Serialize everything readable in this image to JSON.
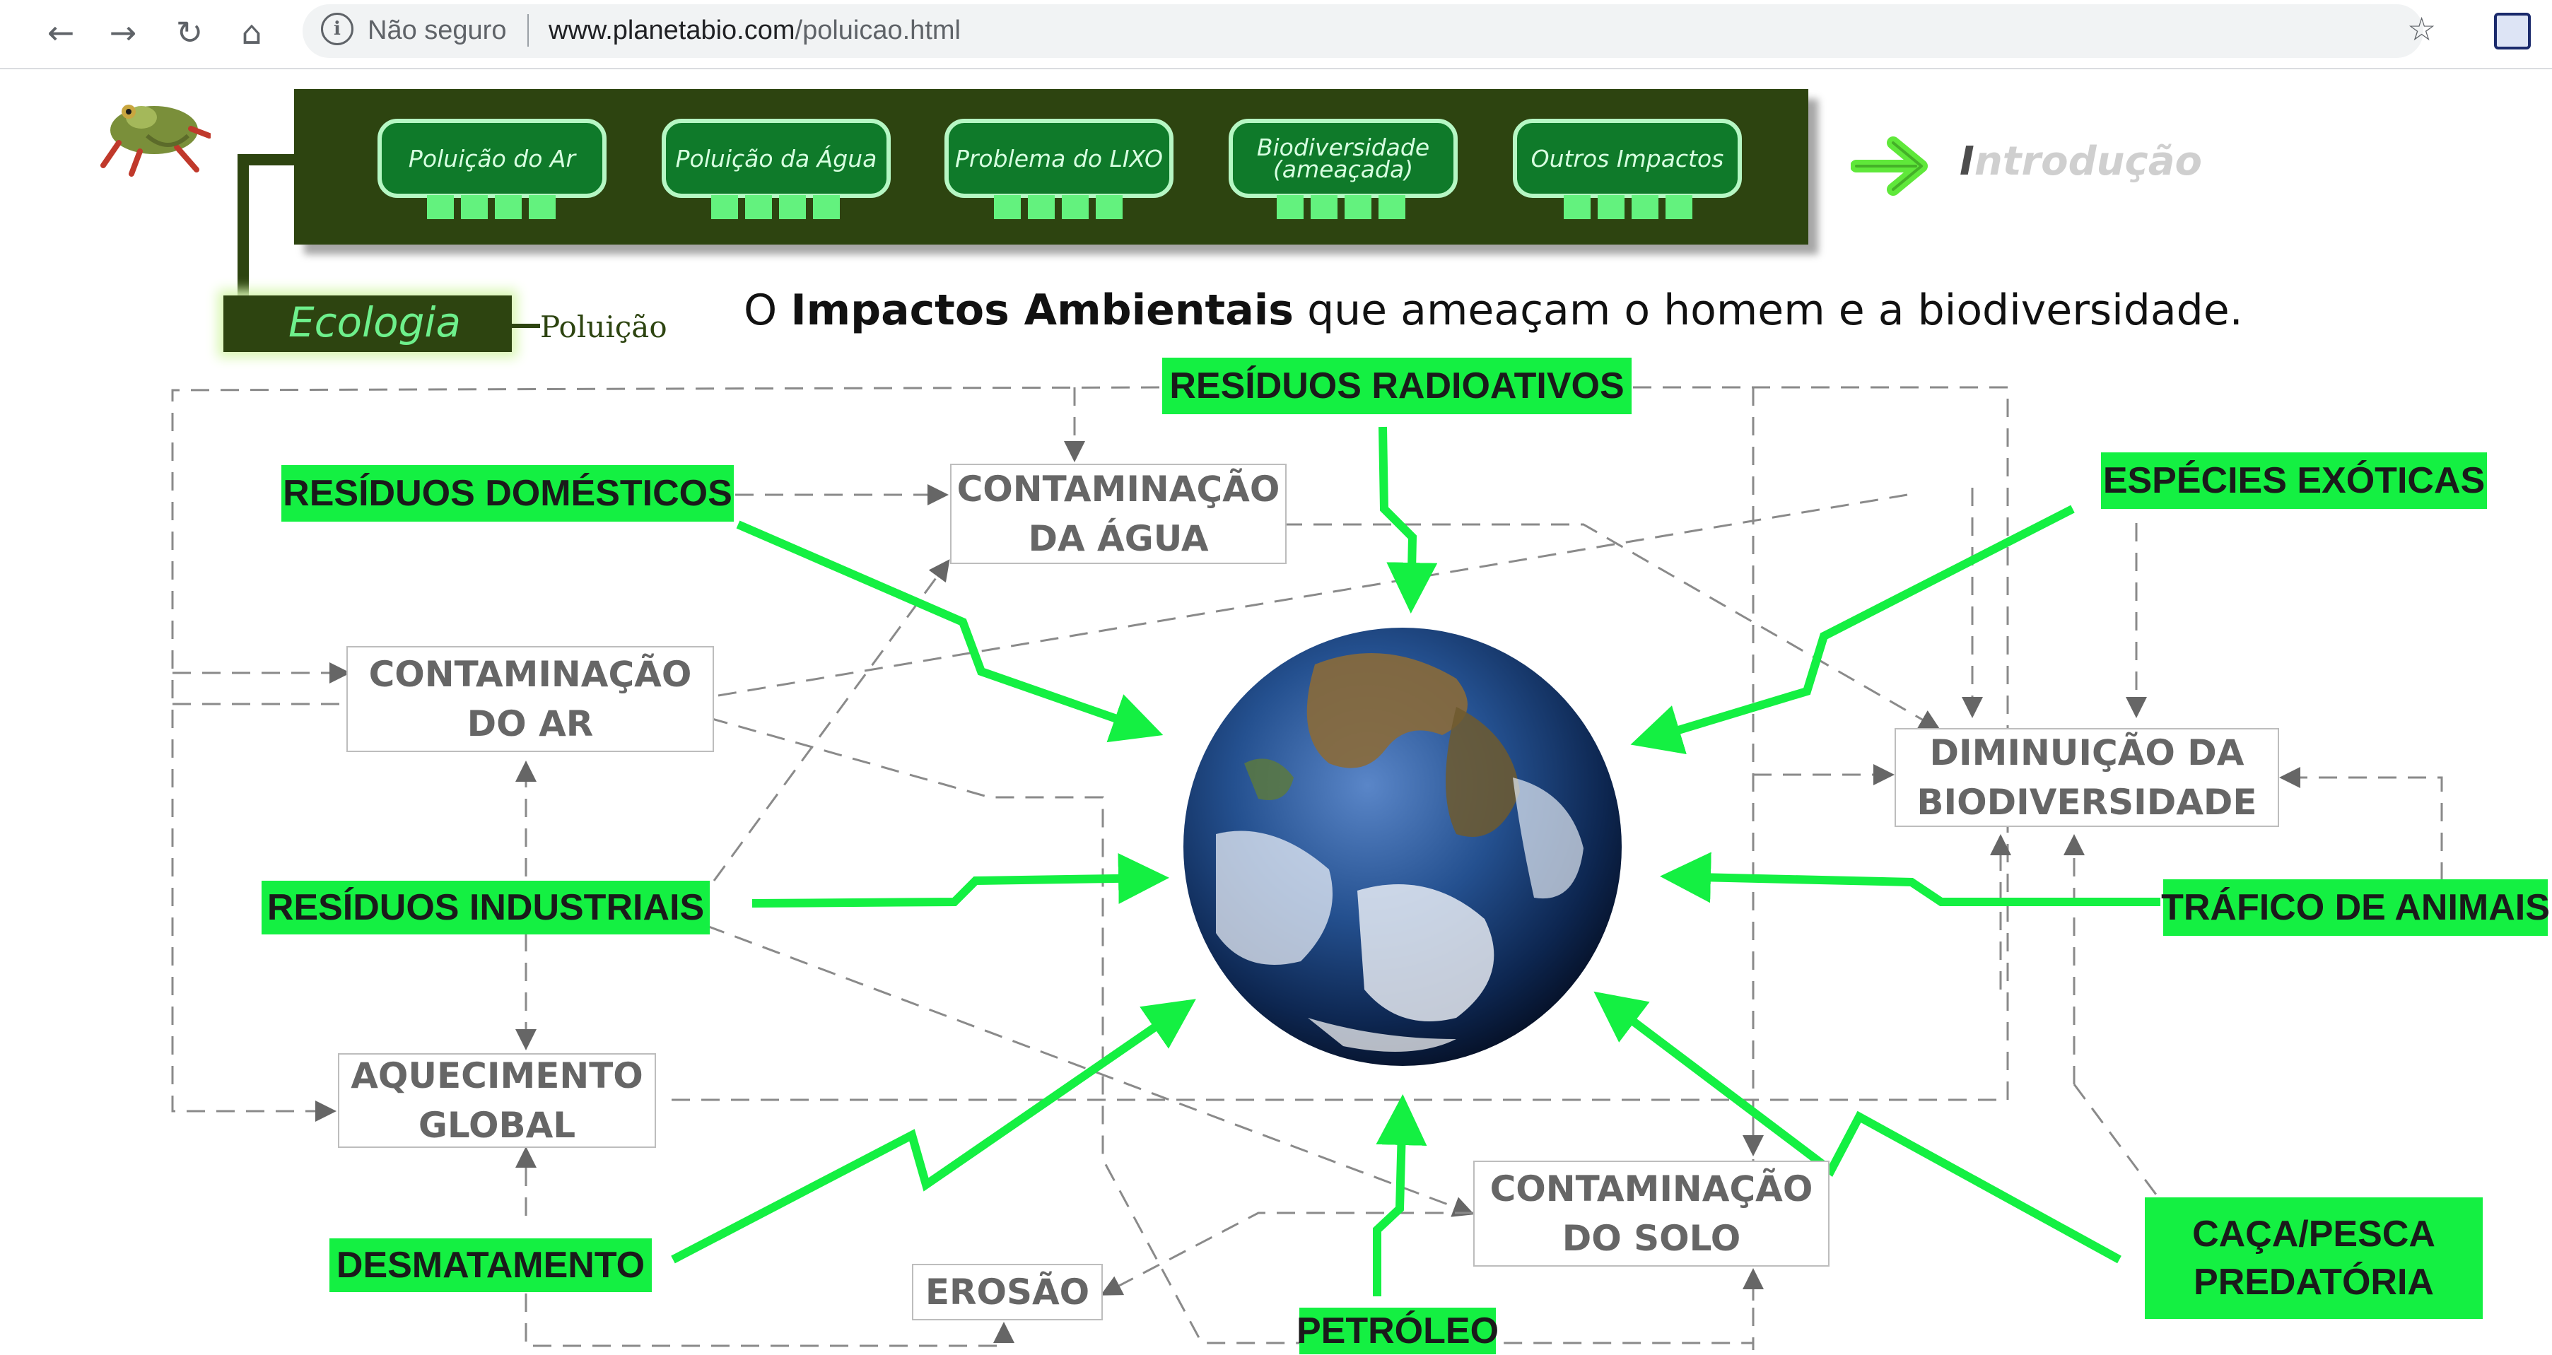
{
  "browser": {
    "security_label": "Não seguro",
    "url_host": "www.planetabio.com",
    "url_path": "/poluicao.html"
  },
  "site": {
    "nav": [
      {
        "label": "Poluição do Ar"
      },
      {
        "label": "Poluição da Água"
      },
      {
        "label": "Problema do LIXO"
      },
      {
        "label": "Biodiversidade\n(ameaçada)"
      },
      {
        "label": "Outros Impactos"
      }
    ],
    "intro_first": "I",
    "intro_rest": "ntrodução",
    "section": "Ecologia",
    "subsection": "Poluição",
    "headline_prefix": "O ",
    "headline_bold": "Impactos Ambientais",
    "headline_suffix": " que ameaçam o homem e a biodiversidade."
  },
  "diagram": {
    "causes": {
      "radioativos": "RESÍDUOS RADIOATIVOS",
      "domesticos": "RESÍDUOS DOMÉSTICOS",
      "exoticas": "ESPÉCIES EXÓTICAS",
      "industriais": "RESÍDUOS INDUSTRIAIS",
      "trafico": "TRÁFICO DE ANIMAIS",
      "desmatamento": "DESMATAMENTO",
      "petroleo": "PETRÓLEO",
      "caca": "CAÇA/PESCA\nPREDATÓRIA"
    },
    "effects": {
      "agua": "CONTAMINAÇÃO\nDA ÁGUA",
      "ar": "CONTAMINAÇÃO\nDO AR",
      "biodiversidade": "DIMINUIÇÃO DA\nBIODIVERSIDADE",
      "aquecimento": "AQUECIMENTO\nGLOBAL",
      "solo": "CONTAMINAÇÃO\nDO SOLO",
      "erosao": "EROSÃO"
    },
    "colors": {
      "cause_bg": "#14f042",
      "arrow": "#14f042",
      "dashed": "#8a8a8a"
    }
  }
}
